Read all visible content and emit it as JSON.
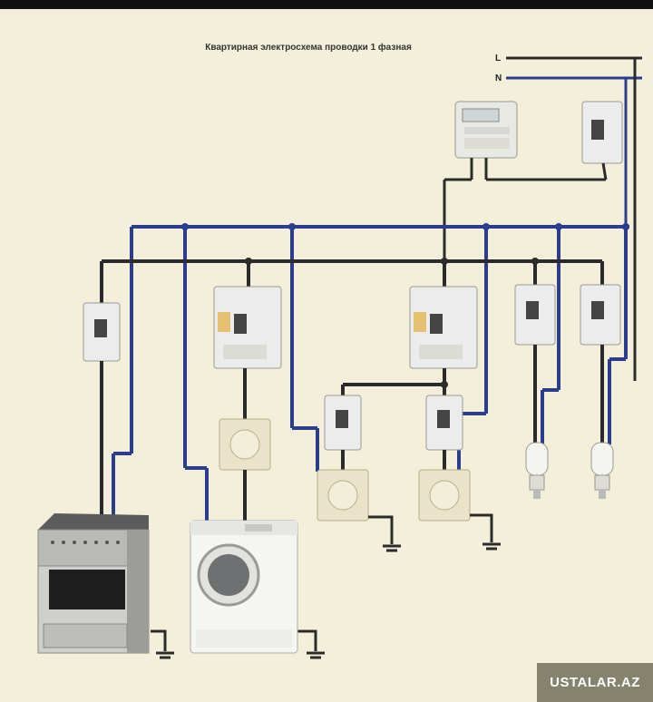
{
  "diagram": {
    "title": "Квартирная электросхема проводки 1 фазная",
    "phase_label": "L",
    "neutral_label": "N"
  },
  "watermark": {
    "text": "USTALAR.AZ"
  },
  "colors": {
    "background": "#f4efda",
    "neutral_wire": "#2a3d8f",
    "phase_wire": "#2b2b2b",
    "watermark_bg": "#85826e"
  }
}
